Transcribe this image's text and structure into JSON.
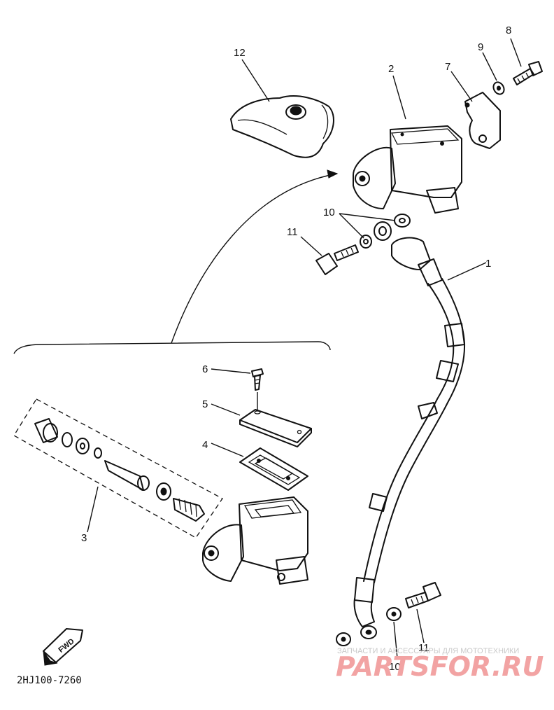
{
  "callouts": [
    "1",
    "2",
    "3",
    "4",
    "5",
    "6",
    "7",
    "8",
    "9",
    "10",
    "10",
    "11",
    "11",
    "12"
  ],
  "diagram_code": "2HJ100-7260",
  "fwd_label": "FWD",
  "watermark": {
    "caption": "ЗАПЧАСТИ И АКСЕССУАРЫ ДЛЯ МОТОТЕХНИКИ",
    "logo": "PARTSFOR.RU"
  }
}
